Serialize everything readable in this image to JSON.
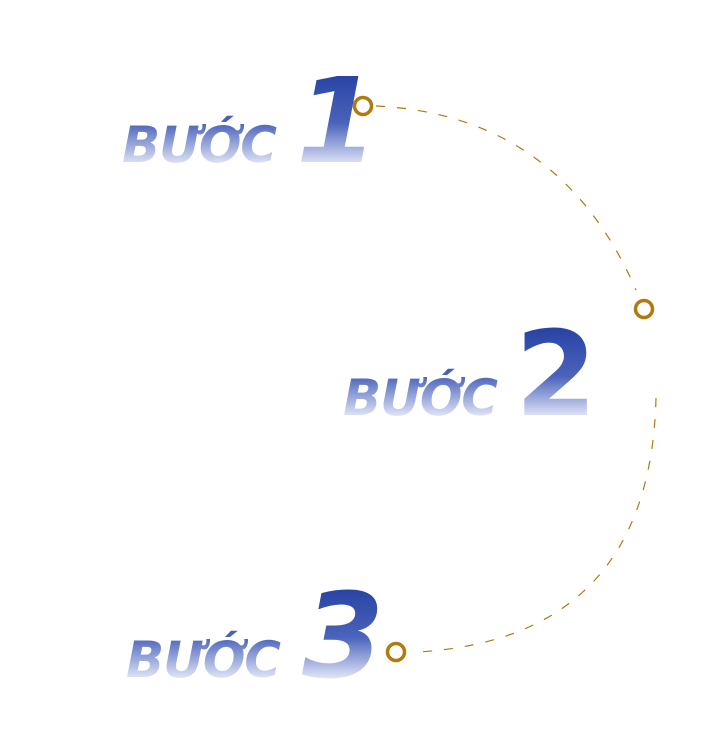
{
  "steps": [
    {
      "word": "BƯỚC",
      "number": "1"
    },
    {
      "word": "BƯỚC",
      "number": "2"
    },
    {
      "word": "BƯỚC",
      "number": "3"
    }
  ],
  "colors": {
    "text_top": "#233fa0",
    "text_bottom": "#eef1fb",
    "connector": "#b07a10",
    "background": "#ffffff"
  },
  "icons": {
    "step_marker": "ring-dot"
  }
}
